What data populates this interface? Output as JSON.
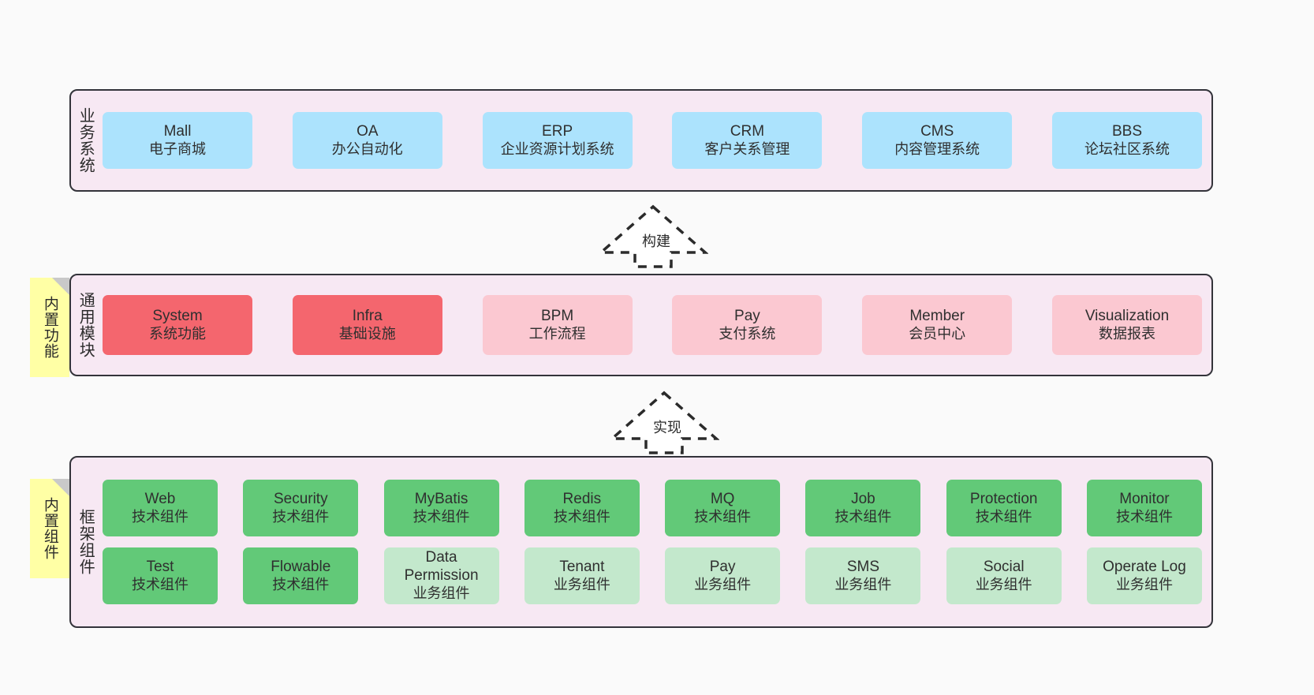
{
  "diagram": {
    "background": "#fafafa",
    "layer_band_color": "#f7e8f3",
    "layers": [
      {
        "id": "business",
        "title": "业务系统",
        "rows": [
          {
            "cards": [
              {
                "name": "Mall",
                "sub": "电子商城",
                "color": "#ace3fd"
              },
              {
                "name": "OA",
                "sub": "办公自动化",
                "color": "#ace3fd"
              },
              {
                "name": "ERP",
                "sub": "企业资源计划系统",
                "color": "#ace3fd"
              },
              {
                "name": "CRM",
                "sub": "客户关系管理",
                "color": "#ace3fd"
              },
              {
                "name": "CMS",
                "sub": "内容管理系统",
                "color": "#ace3fd"
              },
              {
                "name": "BBS",
                "sub": "论坛社区系统",
                "color": "#ace3fd"
              }
            ]
          }
        ]
      },
      {
        "id": "common-module",
        "title": "通用模块",
        "note": "内置功能",
        "rows": [
          {
            "cards": [
              {
                "name": "System",
                "sub": "系统功能",
                "color": "#f4666e"
              },
              {
                "name": "Infra",
                "sub": "基础设施",
                "color": "#f4666e"
              },
              {
                "name": "BPM",
                "sub": "工作流程",
                "color": "#fbc8d1"
              },
              {
                "name": "Pay",
                "sub": "支付系统",
                "color": "#fbc8d1"
              },
              {
                "name": "Member",
                "sub": "会员中心",
                "color": "#fbc8d1"
              },
              {
                "name": "Visualization",
                "sub": "数据报表",
                "color": "#fbc8d1"
              }
            ]
          }
        ]
      },
      {
        "id": "framework-component",
        "title": "框架组件",
        "note": "内置组件",
        "rows": [
          {
            "cards": [
              {
                "name": "Web",
                "sub": "技术组件",
                "color": "#62c978"
              },
              {
                "name": "Security",
                "sub": "技术组件",
                "color": "#62c978"
              },
              {
                "name": "MyBatis",
                "sub": "技术组件",
                "color": "#62c978"
              },
              {
                "name": "Redis",
                "sub": "技术组件",
                "color": "#62c978"
              },
              {
                "name": "MQ",
                "sub": "技术组件",
                "color": "#62c978"
              },
              {
                "name": "Job",
                "sub": "技术组件",
                "color": "#62c978"
              },
              {
                "name": "Protection",
                "sub": "技术组件",
                "color": "#62c978"
              },
              {
                "name": "Monitor",
                "sub": "技术组件",
                "color": "#62c978"
              }
            ]
          },
          {
            "cards": [
              {
                "name": "Test",
                "sub": "技术组件",
                "color": "#62c978"
              },
              {
                "name": "Flowable",
                "sub": "技术组件",
                "color": "#62c978"
              },
              {
                "name": "Data Permission",
                "sub": "业务组件",
                "color": "#c3e8cc"
              },
              {
                "name": "Tenant",
                "sub": "业务组件",
                "color": "#c3e8cc"
              },
              {
                "name": "Pay",
                "sub": "业务组件",
                "color": "#c3e8cc"
              },
              {
                "name": "SMS",
                "sub": "业务组件",
                "color": "#c3e8cc"
              },
              {
                "name": "Social",
                "sub": "业务组件",
                "color": "#c3e8cc"
              },
              {
                "name": "Operate Log",
                "sub": "业务组件",
                "color": "#c3e8cc"
              }
            ]
          }
        ]
      }
    ],
    "connectors": [
      {
        "id": "build",
        "label": "构建",
        "direction": "up",
        "style": "dashed"
      },
      {
        "id": "implement",
        "label": "实现",
        "direction": "up",
        "style": "dashed"
      }
    ]
  }
}
